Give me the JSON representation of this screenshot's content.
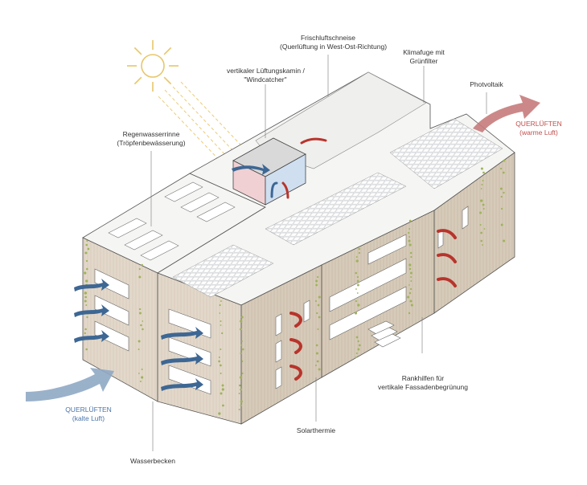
{
  "labels": {
    "frischluft": [
      "Frischluftschneise",
      "(Querlüftung in West-Ost-Richtung)"
    ],
    "klimafuge": [
      "Klimafuge mit",
      "Grünfilter"
    ],
    "windcatcher": [
      "vertikaler Lüftungskamin /",
      "\"Windcatcher\""
    ],
    "photovoltaik": [
      "Photvoltaik"
    ],
    "regenwasser": [
      "Regenwasserrinne",
      "(Tröpfenbewässerung)"
    ],
    "querlueften_warm": [
      "QUERLÜFTEN",
      "(warme Luft)"
    ],
    "querlueften_kalt": [
      "QUERLÜFTEN",
      "(kalte Luft)"
    ],
    "rankhilfen": [
      "Rankhilfen für",
      "vertikale Fassadenbegrünung"
    ],
    "solarthermie": [
      "Solarthermie"
    ],
    "wasserbecken": [
      "Wasserbecken"
    ]
  },
  "colors": {
    "warm_air": "#c77b7b",
    "warm_arrow": "#b8342c",
    "cold_air": "#8fa9c4",
    "cold_arrow": "#3d6794",
    "sun": "#e8c66a",
    "wood": "#e0d6c8",
    "roof": "#f4f4f2",
    "green": "#9fb35a"
  }
}
